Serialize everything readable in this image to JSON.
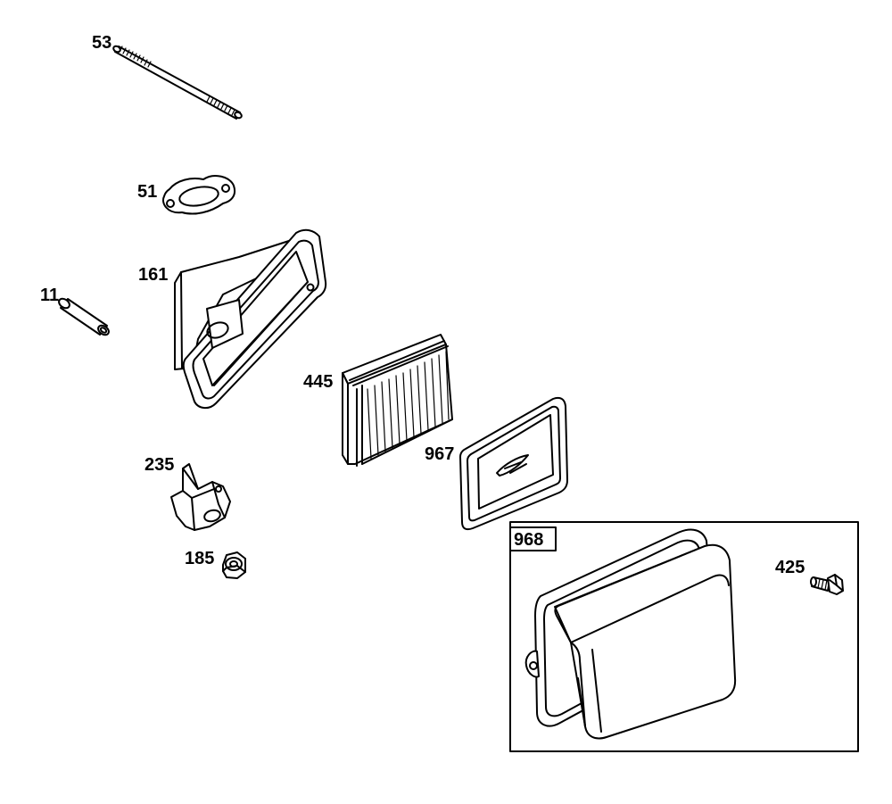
{
  "parts": [
    {
      "id": "53",
      "label": "53"
    },
    {
      "id": "51",
      "label": "51"
    },
    {
      "id": "161",
      "label": "161"
    },
    {
      "id": "11",
      "label": "11"
    },
    {
      "id": "445",
      "label": "445"
    },
    {
      "id": "967",
      "label": "967"
    },
    {
      "id": "235",
      "label": "235"
    },
    {
      "id": "185",
      "label": "185"
    },
    {
      "id": "968",
      "label": "968"
    },
    {
      "id": "425",
      "label": "425"
    }
  ]
}
